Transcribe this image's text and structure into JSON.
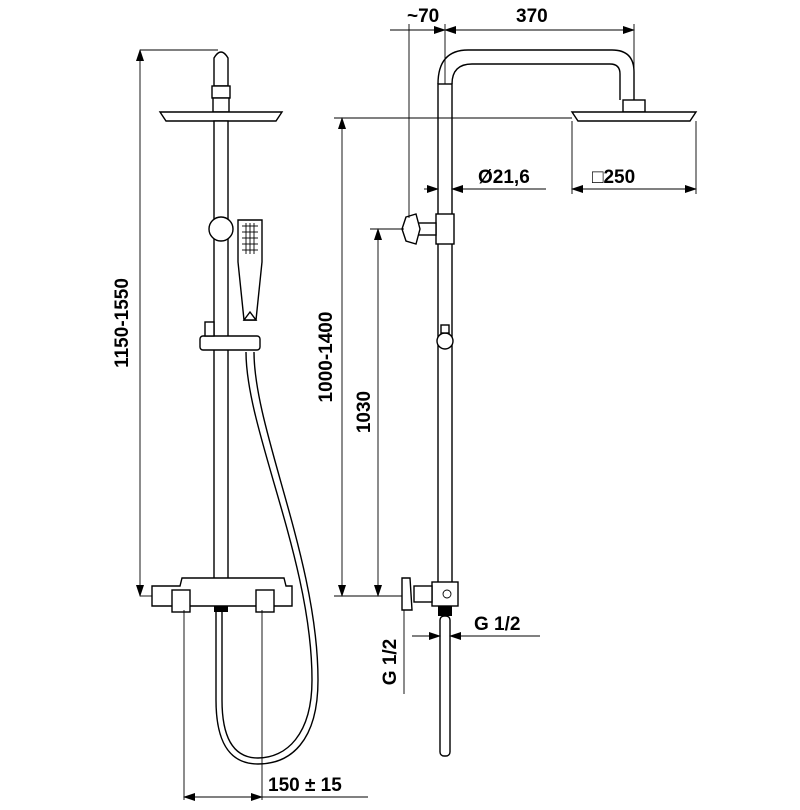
{
  "labels": {
    "left_height": "1150-1550",
    "right_height": "1000-1400",
    "inner_height": "1030",
    "offset_top": "~70",
    "arm_length": "370",
    "pipe_diameter": "Ø21,6",
    "head_size": "□250",
    "inlet_right": "G 1/2",
    "inlet_left": "G 1/2",
    "spacing": "150 ± 15"
  }
}
